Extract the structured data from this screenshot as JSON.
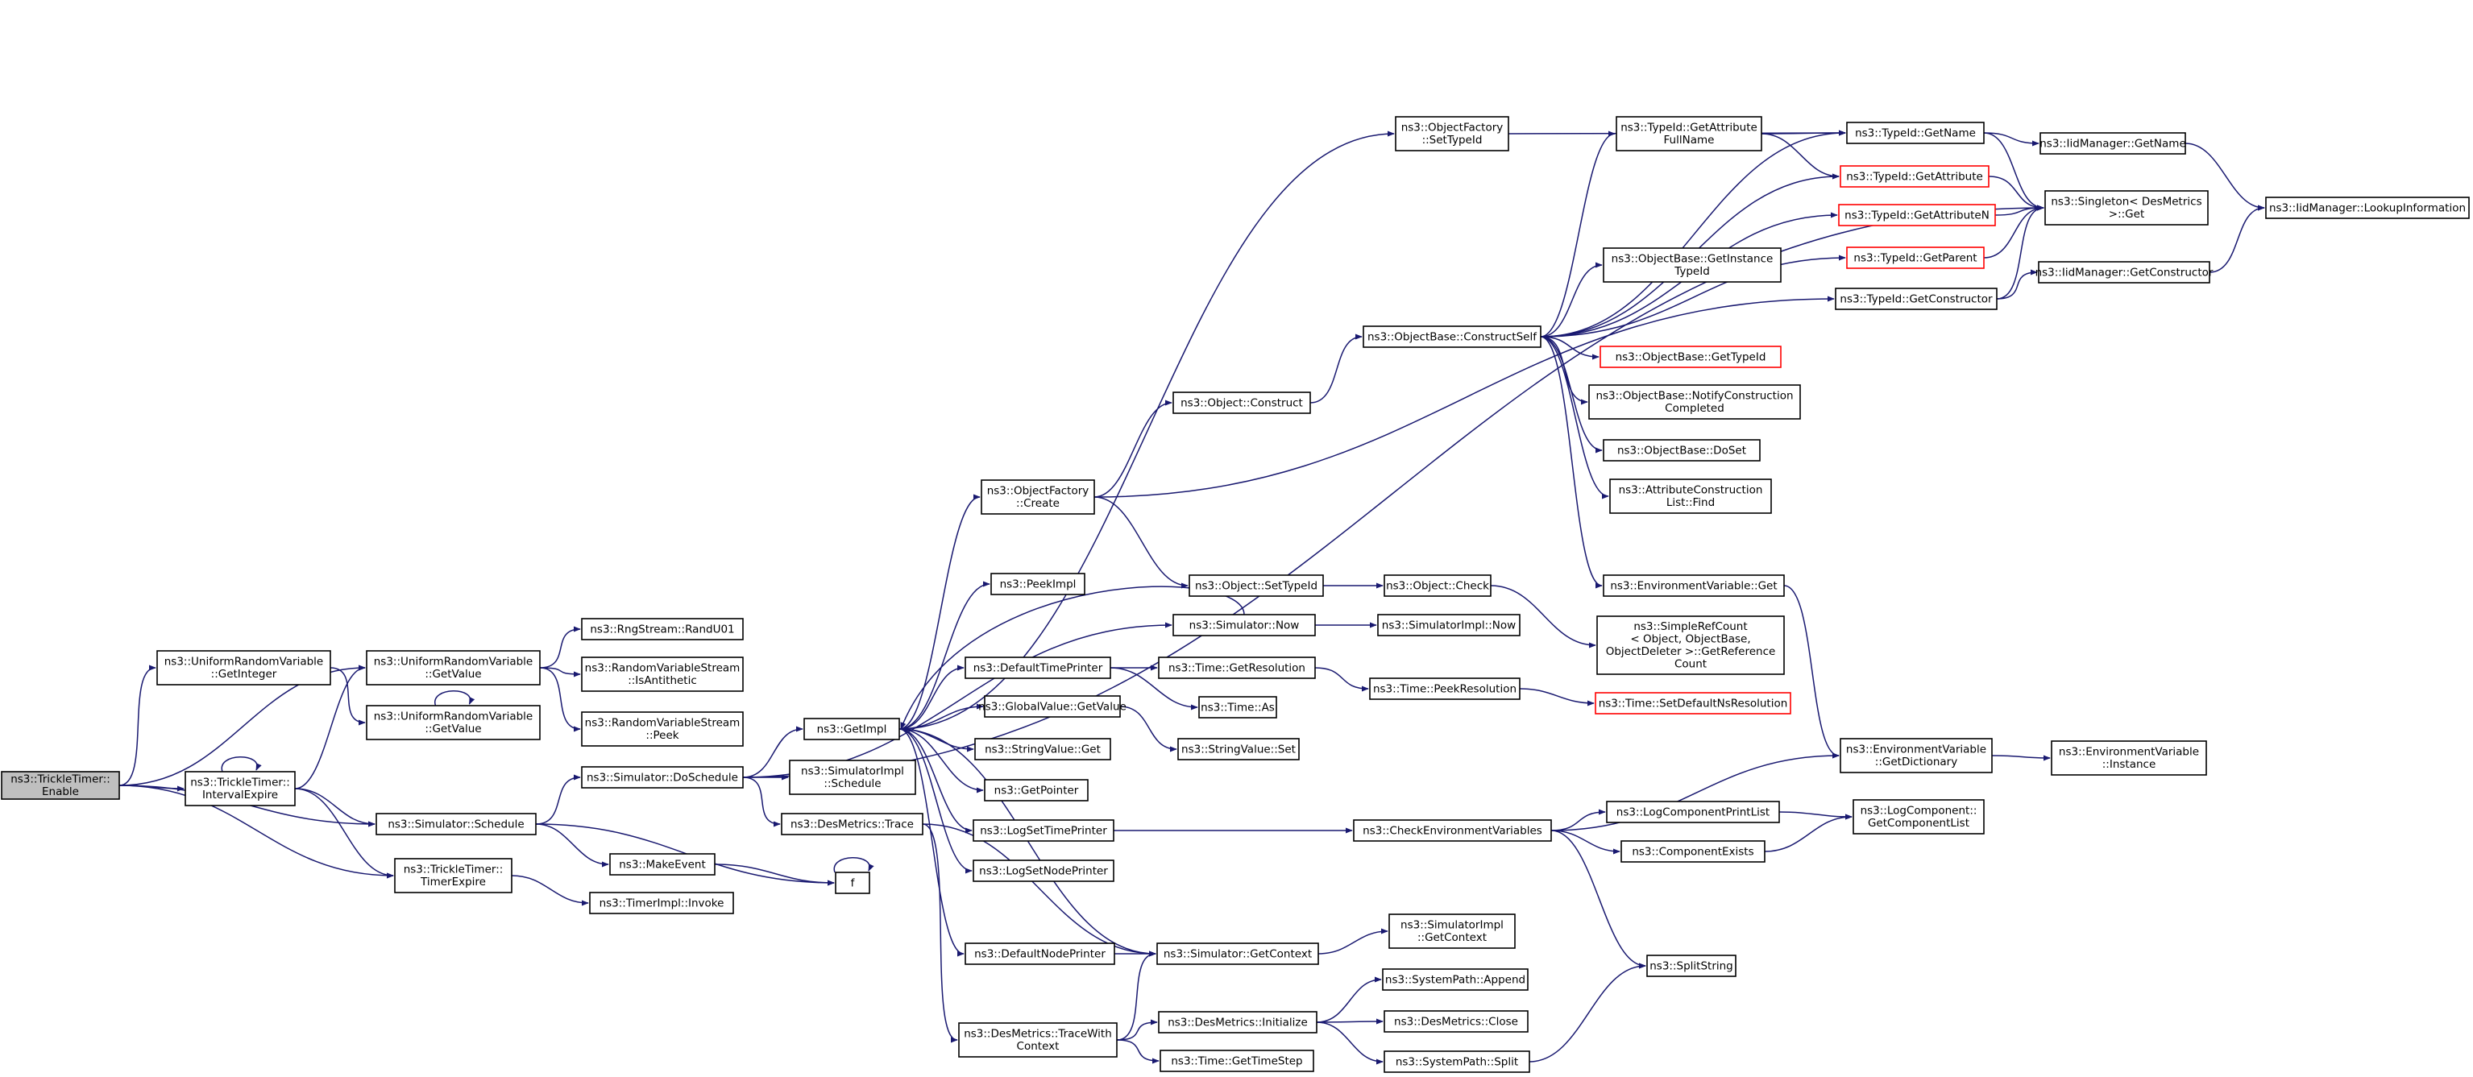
{
  "colors": {
    "edge": "#191970",
    "node_border": "#000000",
    "incomplete_border": "#ff0000",
    "root_fill": "#bfbfbf",
    "node_fill": "#ffffff"
  },
  "nodes": [
    {
      "id": "n0",
      "lines": [
        "ns3::TrickleTimer::",
        "Enable"
      ],
      "root": true
    },
    {
      "id": "n1",
      "lines": [
        "ns3::UniformRandomVariable",
        "::GetInteger"
      ]
    },
    {
      "id": "n2",
      "lines": [
        "ns3::UniformRandomVariable",
        "::GetValue"
      ]
    },
    {
      "id": "n3",
      "lines": [
        "ns3::UniformRandomVariable",
        "::GetValue"
      ]
    },
    {
      "id": "n4",
      "lines": [
        "ns3::TrickleTimer::",
        "IntervalExpire"
      ]
    },
    {
      "id": "n5",
      "lines": [
        "ns3::Simulator::Schedule"
      ]
    },
    {
      "id": "n6",
      "lines": [
        "ns3::TrickleTimer::",
        "TimerExpire"
      ]
    },
    {
      "id": "n7",
      "lines": [
        "ns3::RngStream::RandU01"
      ]
    },
    {
      "id": "n8",
      "lines": [
        "ns3::RandomVariableStream",
        "::IsAntithetic"
      ]
    },
    {
      "id": "n9",
      "lines": [
        "ns3::RandomVariableStream",
        "::Peek"
      ]
    },
    {
      "id": "n10",
      "lines": [
        "ns3::Simulator::DoSchedule"
      ]
    },
    {
      "id": "n11",
      "lines": [
        "ns3::MakeEvent"
      ]
    },
    {
      "id": "n12",
      "lines": [
        "f"
      ]
    },
    {
      "id": "n13",
      "lines": [
        "ns3::TimerImpl::Invoke"
      ]
    },
    {
      "id": "n14",
      "lines": [
        "ns3::GetImpl"
      ]
    },
    {
      "id": "n15",
      "lines": [
        "ns3::SimulatorImpl",
        "::Schedule"
      ]
    },
    {
      "id": "n16",
      "lines": [
        "ns3::DesMetrics::Trace"
      ]
    },
    {
      "id": "n17",
      "lines": [
        "ns3::ObjectFactory",
        "::Create"
      ]
    },
    {
      "id": "n18",
      "lines": [
        "ns3::PeekImpl"
      ]
    },
    {
      "id": "n19",
      "lines": [
        "ns3::DefaultTimePrinter"
      ]
    },
    {
      "id": "n20",
      "lines": [
        "ns3::GlobalValue::GetValue"
      ]
    },
    {
      "id": "n21",
      "lines": [
        "ns3::StringValue::Get"
      ]
    },
    {
      "id": "n22",
      "lines": [
        "ns3::GetPointer"
      ]
    },
    {
      "id": "n23",
      "lines": [
        "ns3::LogSetTimePrinter"
      ]
    },
    {
      "id": "n24",
      "lines": [
        "ns3::LogSetNodePrinter"
      ]
    },
    {
      "id": "n25",
      "lines": [
        "ns3::DefaultNodePrinter"
      ]
    },
    {
      "id": "n26",
      "lines": [
        "ns3::DesMetrics::TraceWith",
        "Context"
      ]
    },
    {
      "id": "n27",
      "lines": [
        "ns3::ObjectFactory",
        "::SetTypeId"
      ]
    },
    {
      "id": "n28",
      "lines": [
        "ns3::Object::Construct"
      ]
    },
    {
      "id": "n29",
      "lines": [
        "ns3::Object::SetTypeId"
      ]
    },
    {
      "id": "n30",
      "lines": [
        "ns3::Simulator::Now"
      ]
    },
    {
      "id": "n31",
      "lines": [
        "ns3::Time::GetResolution"
      ]
    },
    {
      "id": "n32",
      "lines": [
        "ns3::Time::As"
      ]
    },
    {
      "id": "n33",
      "lines": [
        "ns3::StringValue::Set"
      ]
    },
    {
      "id": "n34",
      "lines": [
        "ns3::Simulator::GetContext"
      ]
    },
    {
      "id": "n35",
      "lines": [
        "ns3::DesMetrics::Initialize"
      ]
    },
    {
      "id": "n36",
      "lines": [
        "ns3::Time::GetTimeStep"
      ]
    },
    {
      "id": "n37",
      "lines": [
        "ns3::ObjectBase::ConstructSelf"
      ]
    },
    {
      "id": "n38",
      "lines": [
        "ns3::Object::Check"
      ]
    },
    {
      "id": "n39",
      "lines": [
        "ns3::SimulatorImpl::Now"
      ]
    },
    {
      "id": "n40",
      "lines": [
        "ns3::Time::PeekResolution"
      ]
    },
    {
      "id": "n41",
      "lines": [
        "ns3::CheckEnvironmentVariables"
      ]
    },
    {
      "id": "n42",
      "lines": [
        "ns3::SimulatorImpl",
        "::GetContext"
      ]
    },
    {
      "id": "n43",
      "lines": [
        "ns3::SystemPath::Append"
      ]
    },
    {
      "id": "n44",
      "lines": [
        "ns3::DesMetrics::Close"
      ]
    },
    {
      "id": "n45",
      "lines": [
        "ns3::SystemPath::Split"
      ]
    },
    {
      "id": "n46",
      "lines": [
        "ns3::TypeId::GetAttribute",
        "FullName"
      ]
    },
    {
      "id": "n47",
      "lines": [
        "ns3::ObjectBase::GetInstance",
        "TypeId"
      ]
    },
    {
      "id": "n48",
      "lines": [
        "ns3::ObjectBase::GetTypeId"
      ],
      "red": true
    },
    {
      "id": "n49",
      "lines": [
        "ns3::ObjectBase::NotifyConstruction",
        "Completed"
      ]
    },
    {
      "id": "n50",
      "lines": [
        "ns3::ObjectBase::DoSet"
      ]
    },
    {
      "id": "n51",
      "lines": [
        "ns3::AttributeConstruction",
        "List::Find"
      ]
    },
    {
      "id": "n52",
      "lines": [
        "ns3::EnvironmentVariable::Get"
      ]
    },
    {
      "id": "n53",
      "lines": [
        "ns3::SimpleRefCount",
        "< Object, ObjectBase,",
        "ObjectDeleter >::GetReference",
        "Count"
      ]
    },
    {
      "id": "n54",
      "lines": [
        "ns3::Time::SetDefaultNsResolution"
      ],
      "red": true
    },
    {
      "id": "n55",
      "lines": [
        "ns3::LogComponentPrintList"
      ]
    },
    {
      "id": "n56",
      "lines": [
        "ns3::ComponentExists"
      ]
    },
    {
      "id": "n57",
      "lines": [
        "ns3::SplitString"
      ]
    },
    {
      "id": "n58",
      "lines": [
        "ns3::TypeId::GetName"
      ]
    },
    {
      "id": "n59",
      "lines": [
        "ns3::TypeId::GetAttribute"
      ],
      "red": true
    },
    {
      "id": "n60",
      "lines": [
        "ns3::TypeId::GetAttributeN"
      ],
      "red": true
    },
    {
      "id": "n61",
      "lines": [
        "ns3::TypeId::GetParent"
      ],
      "red": true
    },
    {
      "id": "n62",
      "lines": [
        "ns3::TypeId::GetConstructor"
      ]
    },
    {
      "id": "n63",
      "lines": [
        "ns3::EnvironmentVariable",
        "::GetDictionary"
      ]
    },
    {
      "id": "n64",
      "lines": [
        "ns3::LogComponent::",
        "GetComponentList"
      ]
    },
    {
      "id": "n65",
      "lines": [
        "ns3::IidManager::GetName"
      ]
    },
    {
      "id": "n66",
      "lines": [
        "ns3::Singleton< DesMetrics",
        ">::Get"
      ]
    },
    {
      "id": "n67",
      "lines": [
        "ns3::IidManager::GetConstructor"
      ]
    },
    {
      "id": "n68",
      "lines": [
        "ns3::EnvironmentVariable",
        "::Instance"
      ]
    },
    {
      "id": "n69",
      "lines": [
        "ns3::IidManager::LookupInformation"
      ]
    }
  ]
}
